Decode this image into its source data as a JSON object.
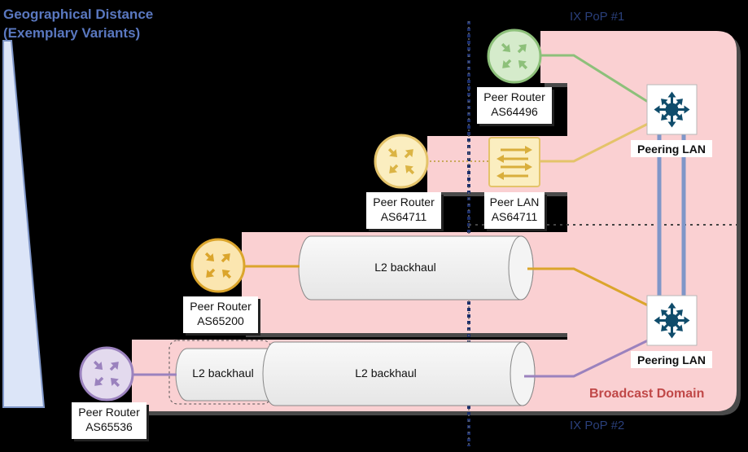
{
  "title_line1": "Geographical Distance",
  "title_line2": "(Exemplary Variants)",
  "pop1": "IX PoP #1",
  "pop2": "IX PoP #2",
  "broadcast_domain": "Broadcast Domain",
  "peering_lan_top": "Peering LAN",
  "peering_lan_bottom": "Peering LAN",
  "routers": [
    {
      "label1": "Peer Router",
      "label2": "AS64496"
    },
    {
      "label1": "Peer Router",
      "label2": "AS64711"
    },
    {
      "label1": "Peer Router",
      "label2": "AS65200"
    },
    {
      "label1": "Peer Router",
      "label2": "AS65536"
    }
  ],
  "peer_lan": {
    "label1": "Peer LAN",
    "label2": "AS64711"
  },
  "backhaul_mid": "L2 backhaul",
  "backhaul_bottom_small": "L2 backhaul",
  "backhaul_bottom_large": "L2 backhaul",
  "colors": {
    "domain_fill": "#FAD0D2",
    "green": "#8DC07A",
    "yellow": "#E4C36A",
    "orange": "#DBA52C",
    "purple": "#9B82BE",
    "blue": "#7F96C8",
    "switch_dark": "#0F4C6B",
    "title_blue": "#5A78C0",
    "domain_red": "#C04848"
  }
}
